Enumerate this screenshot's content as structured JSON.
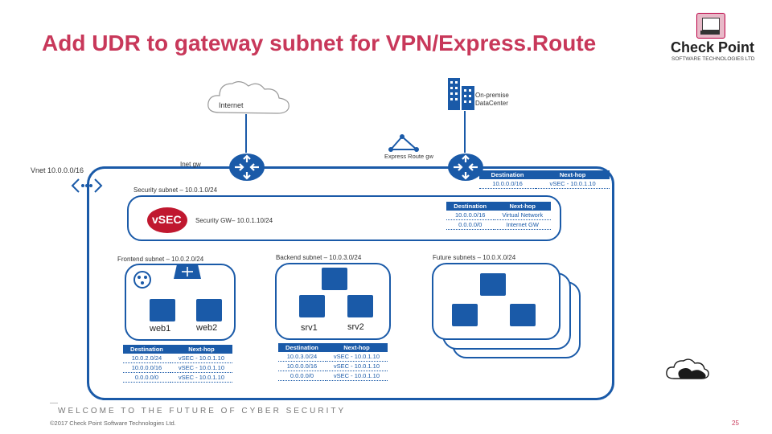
{
  "title": "Add UDR to gateway subnet for VPN/Express.Route",
  "logo": {
    "line1": "Check Point",
    "line2": "SOFTWARE TECHNOLOGIES LTD"
  },
  "labels": {
    "internet": "Internet",
    "onprem": "On-premise DataCenter",
    "inet_gw": "Inet gw",
    "express_gw": "Express Route gw",
    "vnet": "Vnet 10.0.0.0/16",
    "security_subnet": "Security subnet – 10.0.1.0/24",
    "security_gw": "Security GW– 10.0.1.10/24",
    "vsec": "vSEC",
    "frontend_subnet": "Frontend subnet – 10.0.2.0/24",
    "backend_subnet": "Backend subnet – 10.0.3.0/24",
    "future_subnets": "Future subnets – 10.0.X.0/24",
    "web1": "web1",
    "web2": "web2",
    "srv1": "srv1",
    "srv2": "srv2"
  },
  "tables": {
    "headers": [
      "Destination",
      "Next-hop"
    ],
    "express": [
      [
        "10.0.0.0/16",
        "vSEC - 10.0.1.10"
      ]
    ],
    "security": [
      [
        "10.0.0.0/16",
        "Virtual Network"
      ],
      [
        "0.0.0.0/0",
        "Internet GW"
      ]
    ],
    "frontend": [
      [
        "10.0.2.0/24",
        "vSEC - 10.0.1.10"
      ],
      [
        "10.0.0.0/16",
        "vSEC - 10.0.1.10"
      ],
      [
        "0.0.0.0/0",
        "vSEC - 10.0.1.10"
      ]
    ],
    "backend": [
      [
        "10.0.3.0/24",
        "vSEC - 10.0.1.10"
      ],
      [
        "10.0.0.0/16",
        "vSEC - 10.0.1.10"
      ],
      [
        "0.0.0.0/0",
        "vSEC - 10.0.1.10"
      ]
    ]
  },
  "footer": {
    "tagline": "WELCOME TO THE FUTURE OF CYBER SECURITY",
    "copyright": "©2017 Check Point Software Technologies Ltd.",
    "page": "25"
  },
  "colors": {
    "title": "#c8385a",
    "brand_blue": "#1a5aa8",
    "vsec_red": "#c0182f"
  }
}
